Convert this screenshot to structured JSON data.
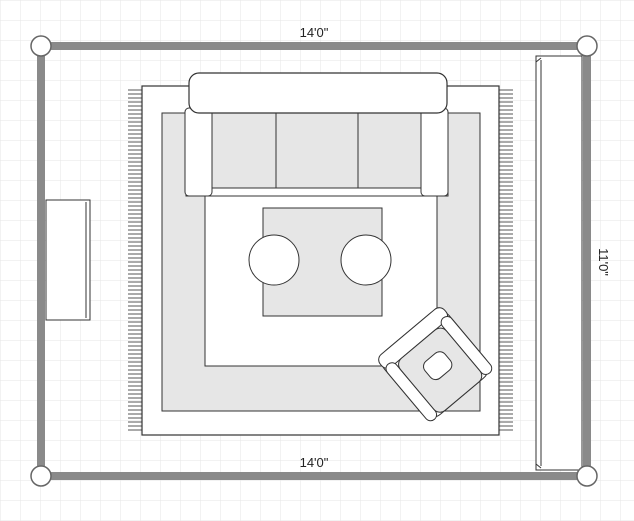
{
  "floorplan": {
    "dimensions": {
      "top": "14'0\"",
      "bottom": "14'0\"",
      "right": "11'0\""
    }
  }
}
